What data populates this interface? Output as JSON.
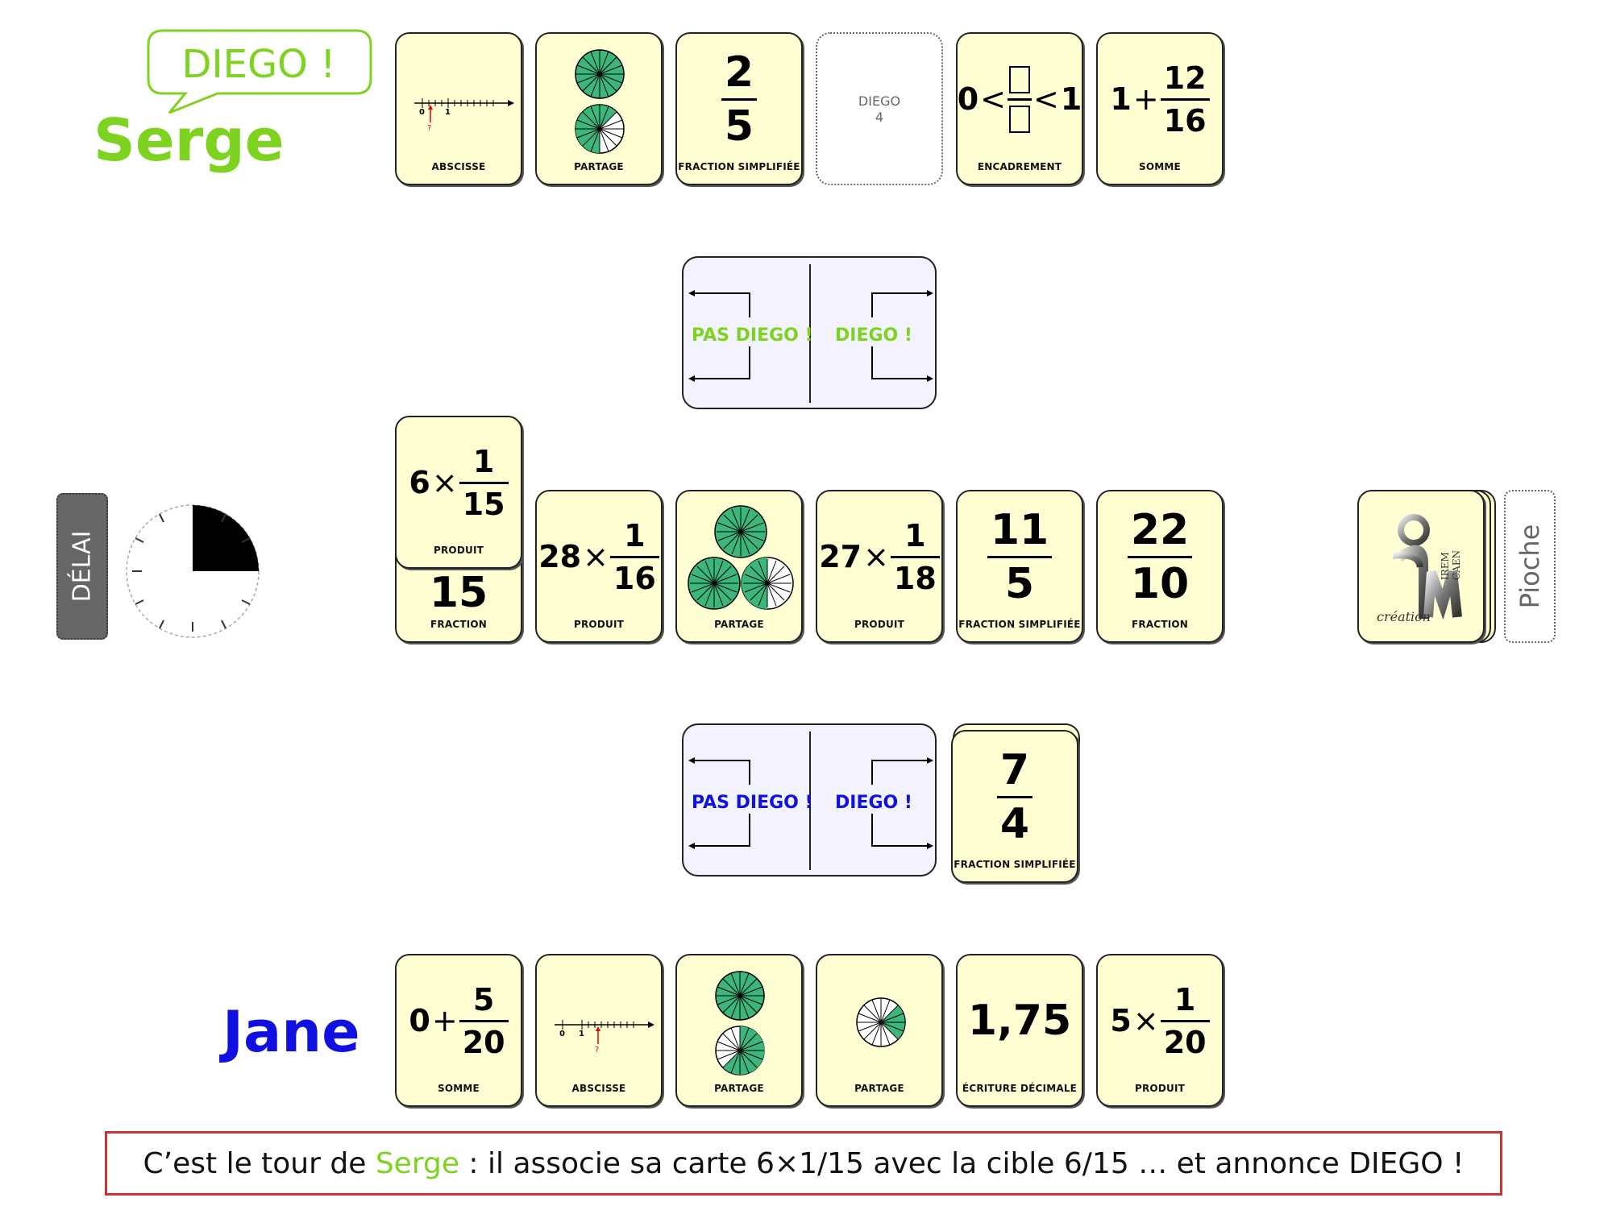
{
  "players": {
    "top": {
      "name": "Serge",
      "bubble": "DIEGO !",
      "color": "#7ed321"
    },
    "bottom": {
      "name": "Jane",
      "color": "#1010e0"
    }
  },
  "top_hand": [
    {
      "caption": "ABSCISSE",
      "tick_labels": [
        "0",
        "1"
      ],
      "marker": "?"
    },
    {
      "caption": "PARTAGE"
    },
    {
      "caption": "FRACTION SIMPLIFIÉE",
      "num": "2",
      "den": "5"
    },
    {
      "ghost_label": "DIEGO",
      "ghost_count": "4"
    },
    {
      "caption": "ENCADREMENT",
      "left": "0",
      "right": "1"
    },
    {
      "caption": "SOMME",
      "term": "1",
      "num": "12",
      "den": "16"
    }
  ],
  "top_panel": {
    "left": "PAS DIEGO !",
    "right": "DIEGO !",
    "color": "#7ed321"
  },
  "bottom_panel": {
    "left": "PAS DIEGO !",
    "right": "DIEGO !",
    "color": "#1010e0"
  },
  "timer": {
    "label": "DÉLAI",
    "fraction_filled": 0.25
  },
  "center_row": [
    {
      "caption": "FRACTION",
      "bottom_value": "15"
    },
    {
      "caption": "PRODUIT",
      "factor": "28",
      "num": "1",
      "den": "16"
    },
    {
      "caption": "PARTAGE"
    },
    {
      "caption": "PRODUIT",
      "factor": "27",
      "num": "1",
      "den": "18"
    },
    {
      "caption": "FRACTION SIMPLIFIÉE",
      "num": "11",
      "den": "5"
    },
    {
      "caption": "FRACTION",
      "num": "22",
      "den": "10"
    }
  ],
  "played_card": {
    "caption": "PRODUIT",
    "factor": "6",
    "num": "1",
    "den": "15"
  },
  "discard": {
    "caption": "FRACTION SIMPLIFIÉE",
    "num": "7",
    "den": "4"
  },
  "deck": {
    "label": "Pioche",
    "logo_text": "création",
    "logo_side": "IREM CAEN"
  },
  "bottom_hand": [
    {
      "caption": "SOMME",
      "term": "0",
      "num": "5",
      "den": "20"
    },
    {
      "caption": "ABSCISSE",
      "tick_labels": [
        "0",
        "1"
      ],
      "marker": "?"
    },
    {
      "caption": "PARTAGE"
    },
    {
      "caption": "PARTAGE"
    },
    {
      "caption": "ÉCRITURE DÉCIMALE",
      "value": "1,75"
    },
    {
      "caption": "PRODUIT",
      "factor": "5",
      "num": "1",
      "den": "20"
    }
  ],
  "message": {
    "before": "C’est le tour de ",
    "name": "Serge",
    "after": " : il associe sa carte 6×1/15 avec la cible 6/15 … et annonce DIEGO !"
  }
}
